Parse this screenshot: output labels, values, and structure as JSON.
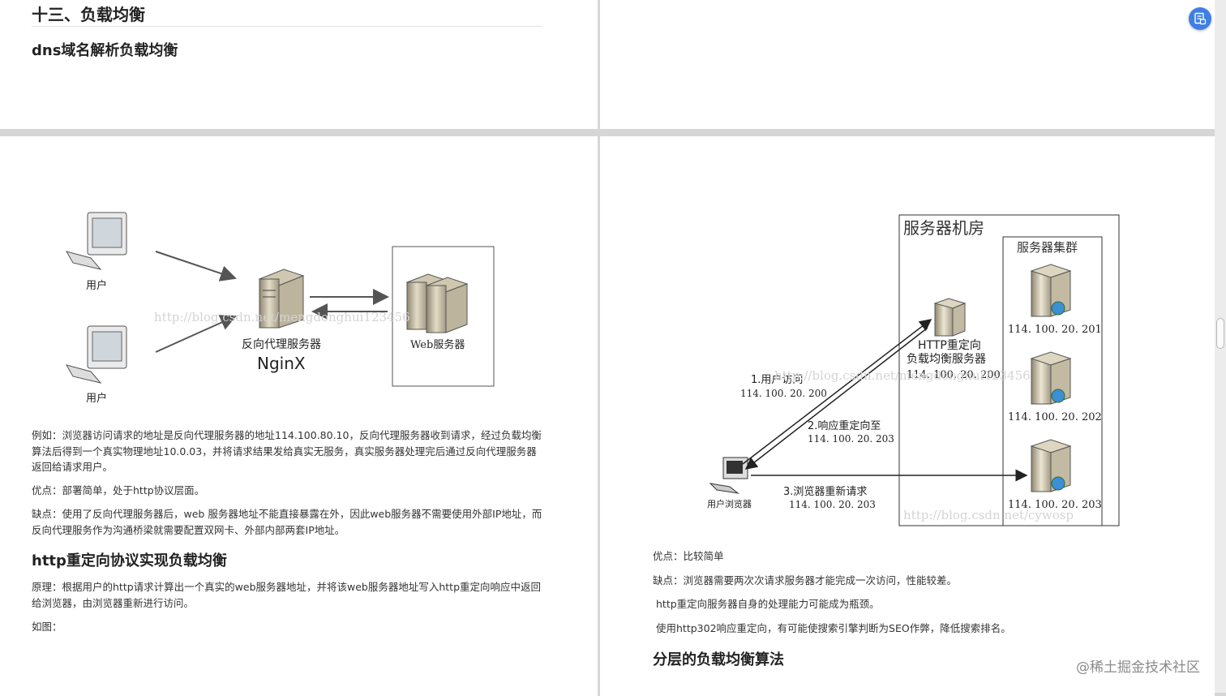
{
  "pages": {
    "top_left": {
      "section_title": "十三、负载均衡",
      "subtitle": "dns域名解析负载均衡"
    },
    "bottom_left": {
      "diagram": {
        "user_label_1": "用户",
        "user_label_2": "用户",
        "proxy_label": "反向代理服务器",
        "proxy_name": "NginX",
        "web_label": "Web服务器",
        "faint_watermark": "http://blog.csdn.net/mengdonghui123456"
      },
      "example": "例如：浏览器访问请求的地址是反向代理服务器的地址114.100.80.10，反向代理服务器收到请求，经过负载均衡算法后得到一个真实物理地址10.0.03，并将请求结果发给真实无服务，真实服务器处理完后通过反向代理服务器返回给请求用户。",
      "pro": "优点：部署简单，处于http协议层面。",
      "con": "缺点：使用了反向代理服务器后，web 服务器地址不能直接暴露在外，因此web服务器不需要使用外部IP地址，而反向代理服务作为沟通桥梁就需要配置双网卡、外部内部两套IP地址。",
      "heading": "http重定向协议实现负载均衡",
      "principle": "原理：根据用户的http请求计算出一个真实的web服务器地址，并将该web服务器地址写入http重定向响应中返回给浏览器，由浏览器重新进行访问。",
      "figure_label": "如图："
    },
    "bottom_right": {
      "diagram": {
        "room_title": "服务器机房",
        "cluster_title": "服务器集群",
        "server_ip_1": "114. 100. 20. 201",
        "server_ip_2": "114. 100. 20. 202",
        "server_ip_3": "114. 100. 20. 203",
        "lb_label_1": "HTTP重定向",
        "lb_label_2": "负载均衡服务器",
        "lb_ip": "114. 100. 20. 200",
        "step1_label": "1.用户访问",
        "step1_ip": "114. 100. 20. 200",
        "step2_label": "2.响应重定向至",
        "step2_ip": "114. 100. 20. 203",
        "step3_label": "3.浏览器重新请求",
        "step3_ip": "114. 100. 20. 203",
        "browser_label": "用户浏览器",
        "faint_watermark_1": "http://blog.csdn.net/mengdonghui123456",
        "faint_watermark_2": "http://blog.csdn.net/cywosp"
      },
      "pro": "优点：比较简单",
      "con": "缺点：浏览器需要两次次请求服务器才能完成一次访问，性能较差。",
      "note1": "http重定向服务器自身的处理能力可能成为瓶颈。",
      "note2": "使用http302响应重定向，有可能使搜索引擎判断为SEO作弊，降低搜索排名。",
      "heading": "分层的负载均衡算法"
    }
  },
  "watermark": "@稀土掘金技术社区",
  "icons": {
    "float_button": "document-translate-icon"
  },
  "colors": {
    "page_background": "#d6d6d6",
    "float_button": "#3f7fe4"
  }
}
